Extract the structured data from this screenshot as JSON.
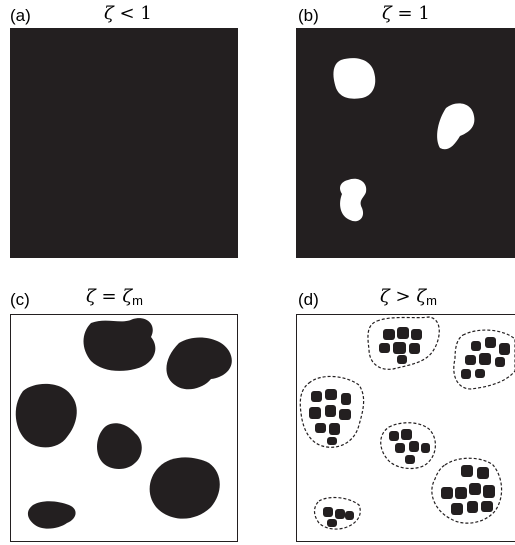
{
  "panels": {
    "a": {
      "label": "(a)",
      "symbol": "ζ",
      "op": "<",
      "rhs": "1",
      "rhs_sub": ""
    },
    "b": {
      "label": "(b)",
      "symbol": "ζ",
      "op": "=",
      "rhs": "1",
      "rhs_sub": ""
    },
    "c": {
      "label": "(c)",
      "symbol": "ζ",
      "op": "=",
      "rhs": "ζ",
      "rhs_sub": "m"
    },
    "d": {
      "label": "(d)",
      "symbol": "ζ",
      "op": ">",
      "rhs": "ζ",
      "rhs_sub": "m"
    }
  },
  "colors": {
    "fill_dark": "#231f20",
    "background": "#ffffff",
    "border": "#231f20"
  }
}
